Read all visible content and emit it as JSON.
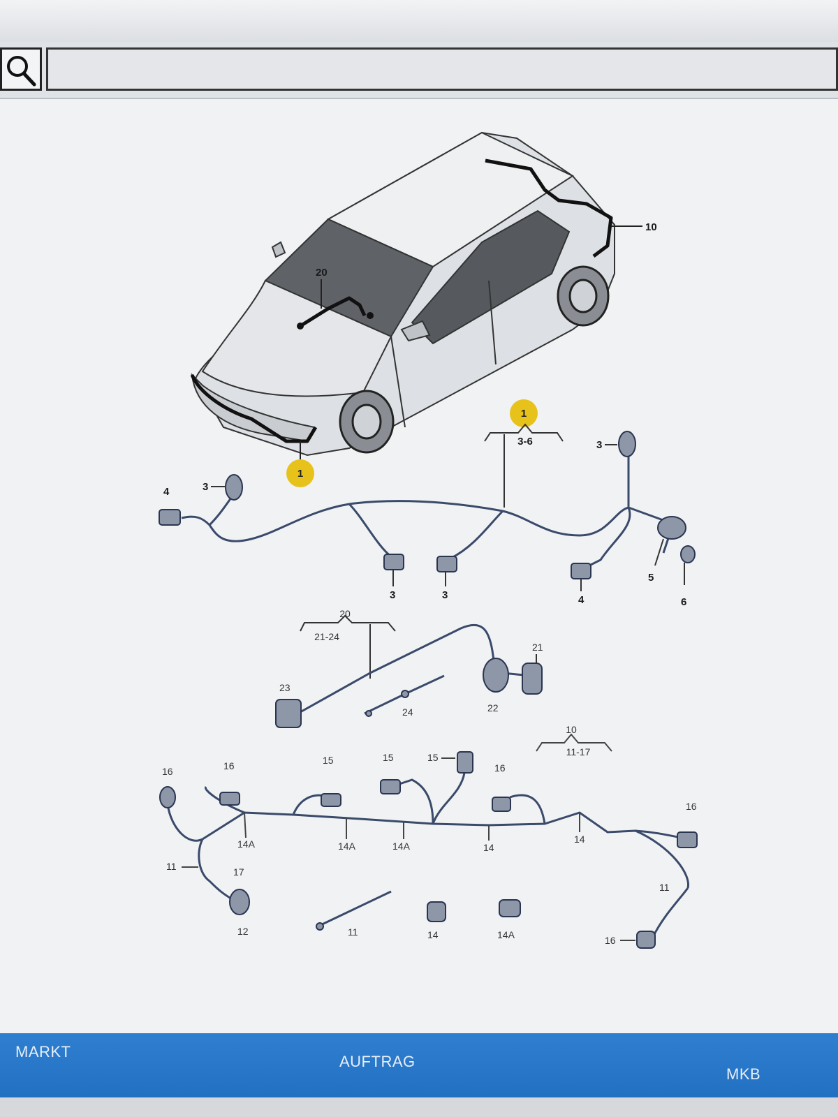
{
  "toolbar": {
    "search_placeholder": ""
  },
  "diagram": {
    "car_callouts": {
      "front_harness": "1",
      "rear_harness": "10",
      "windscreen_harness": "20"
    },
    "group_1": {
      "badge": "1",
      "range": "3-6",
      "parts": {
        "p3_top": "3",
        "p4_left": "4",
        "p3_left": "3",
        "p3_mid1": "3",
        "p3_mid2": "3",
        "p4_right": "4",
        "p5": "5",
        "p6": "6"
      }
    },
    "group_20": {
      "number": "20",
      "range": "21-24",
      "parts": {
        "p21": "21",
        "p22": "22",
        "p23": "23",
        "p24": "24"
      }
    },
    "group_10": {
      "number": "10",
      "range": "11-17",
      "parts": {
        "p16_a": "16",
        "p16_b": "16",
        "p15_a": "15",
        "p15_b": "15",
        "p15_c": "15",
        "p16_c": "16",
        "p16_d": "16",
        "p14A_a": "14A",
        "p14A_b": "14A",
        "p14A_c": "14A",
        "p14_a": "14",
        "p14_b": "14",
        "p11_a": "11",
        "p17": "17",
        "p12": "12",
        "p11_b": "11",
        "p14_c": "14",
        "p14A_d": "14A",
        "p11_c": "11",
        "p16_e": "16"
      }
    }
  },
  "footer": {
    "markt": "MARKT",
    "auftrag": "AUFTRAG",
    "mkb": "MKB"
  },
  "colors": {
    "footer_blue": "#2876c8",
    "badge_yellow": "#e6c21a",
    "line_dark": "#1a1a1a",
    "line_blue": "#3a4a6a"
  }
}
